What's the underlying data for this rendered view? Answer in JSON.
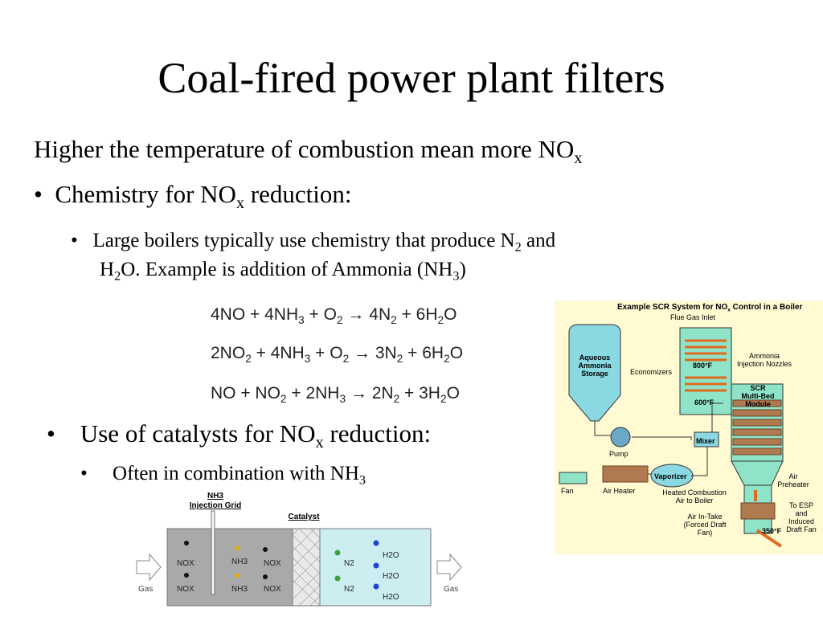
{
  "slide": {
    "title": "Coal-fired power plant filters",
    "line1_main": "Higher the temperature of combustion mean more NO",
    "line1_sub": "x",
    "bullet1_pre": "Chemistry for NO",
    "bullet1_sub": "x",
    "bullet1_post": " reduction:",
    "bullet2_a": "Large boilers typically use chemistry that produce N",
    "bullet2_sub1": "2",
    "bullet2_b": " and",
    "bullet2_c": "H",
    "bullet2_sub2": "2",
    "bullet2_d": "O. Example is addition of  Ammonia (NH",
    "bullet2_sub3": "3",
    "bullet2_e": ")",
    "bullet3_pre": "Use of catalysts for NO",
    "bullet3_sub": "x",
    "bullet3_post": " reduction:",
    "bullet4_pre": "Often in combination with NH",
    "bullet4_sub": "3",
    "bullet_glyph": "•"
  },
  "equations": [
    {
      "parts": [
        "4NO + 4NH",
        "3",
        " + O",
        "2",
        " → 4N",
        "2",
        " + 6H",
        "2",
        "O"
      ]
    },
    {
      "parts": [
        "2NO",
        "2",
        " + 4NH",
        "3",
        " + O",
        "2",
        " → 3N",
        "2",
        " + 6H",
        "2",
        "O"
      ]
    },
    {
      "parts": [
        "NO + NO",
        "2",
        " + 2NH",
        "3",
        " → 2N",
        "2",
        " + 3H",
        "2",
        "O"
      ]
    }
  ],
  "catalyst_diagram": {
    "injection_grid_label": "NH3\nInjection Grid",
    "catalyst_label": "Catalyst",
    "gas_in": "Gas",
    "gas_out": "Gas",
    "left_species": [
      "NOX",
      "NH3",
      "NOX",
      "NOX",
      "NH3",
      "NOX"
    ],
    "right_species": [
      "N2",
      "H2O",
      "H2O",
      "N2",
      "H2O"
    ]
  },
  "scr_diagram": {
    "title": "Example SCR System for NO",
    "title_sub": "x",
    "title_post": " Control in a Boiler",
    "labels": {
      "flue_gas_inlet": "Flue Gas Inlet",
      "ammonia_storage": "Aqueous Ammonia Storage",
      "economizers": "Economizers",
      "temp_800": "800°F",
      "temp_600": "600°F",
      "temp_350": "350°F",
      "ammonia_nozzles": "Ammonia Injection Nozzles",
      "scr_module": "SCR Multi-Bed Module",
      "mixer": "Mixer",
      "pump": "Pump",
      "vaporizer": "Vaporizer",
      "fan": "Fan",
      "air_heater": "Air Heater",
      "heated_air": "Heated Combustion Air to Boiler",
      "air_preheater": "Air Preheater",
      "air_intake": "Air In-Take (Forced Draft Fan)",
      "to_esp": "To ESP and Induced Draft Fan"
    }
  },
  "colors": {
    "scr_background": "#fffad2",
    "gas_box_dark": "#a9a9a9",
    "gas_box_light": "#cdeef1",
    "nh3_star": "#e0b000",
    "n2_dot": "#3aa040",
    "h2o_dot": "#2040d0",
    "duct_green": "#8ee3c8",
    "hot_orange": "#e06a1f"
  }
}
